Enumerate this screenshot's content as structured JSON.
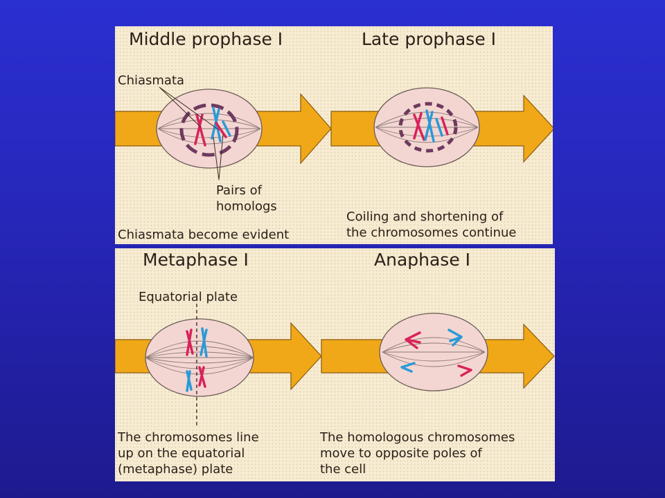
{
  "panels": {
    "top": {
      "left_title": "Middle prophase I",
      "right_title": "Late prophase I",
      "label_chiasmata": "Chiasmata",
      "label_homologs": "Pairs of\nhomologs",
      "left_caption": "Chiasmata become evident",
      "right_caption": "Coiling and shortening of\nthe chromosomes continue"
    },
    "bottom": {
      "left_title": "Metaphase I",
      "right_title": "Anaphase I",
      "label_plate": "Equatorial plate",
      "left_caption": "The chromosomes line\nup on the equatorial\n(metaphase) plate",
      "right_caption": "The homologous chromosomes\nmove to opposite poles of\nthe cell"
    }
  },
  "colors": {
    "background": "#2626b8",
    "panel": "#f7ecd2",
    "arrow": "#f0a818",
    "cell": "#f3d6d2",
    "chromosome_red": "#d8225a",
    "chromosome_blue": "#2a9ad8",
    "nuclear_envelope": "#6e3a5e"
  }
}
